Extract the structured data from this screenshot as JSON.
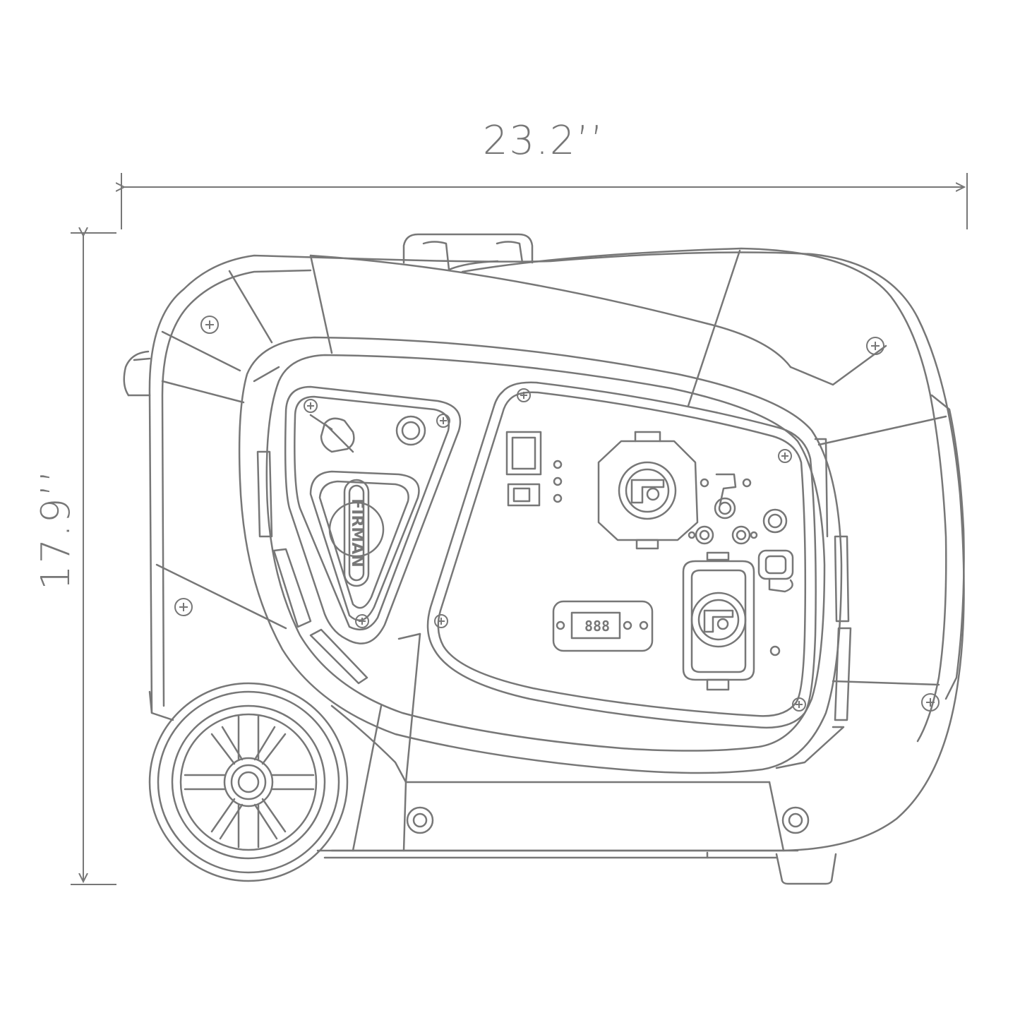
{
  "dimensions": {
    "width_label": "23.2’’",
    "height_label": "17.9’’"
  },
  "product": {
    "brand_logo": "FIRMAN",
    "display_readout": "888"
  },
  "colors": {
    "line": "#777777",
    "background": "#ffffff"
  }
}
